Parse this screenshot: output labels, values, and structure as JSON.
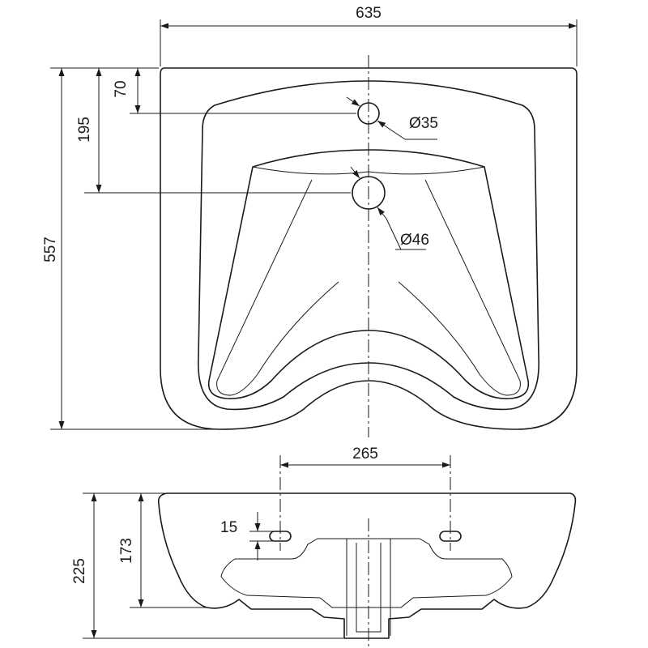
{
  "drawing": {
    "top_view": {
      "overall_width": "635",
      "overall_depth": "557",
      "hole_offset_upper": "70",
      "hole_offset_lower": "195",
      "tap_hole_diameter": "Ø35",
      "drain_hole_diameter": "Ø46"
    },
    "side_view": {
      "mounting_spacing": "265",
      "overall_height": "225",
      "mounting_height": "173",
      "slot_height": "15"
    }
  }
}
